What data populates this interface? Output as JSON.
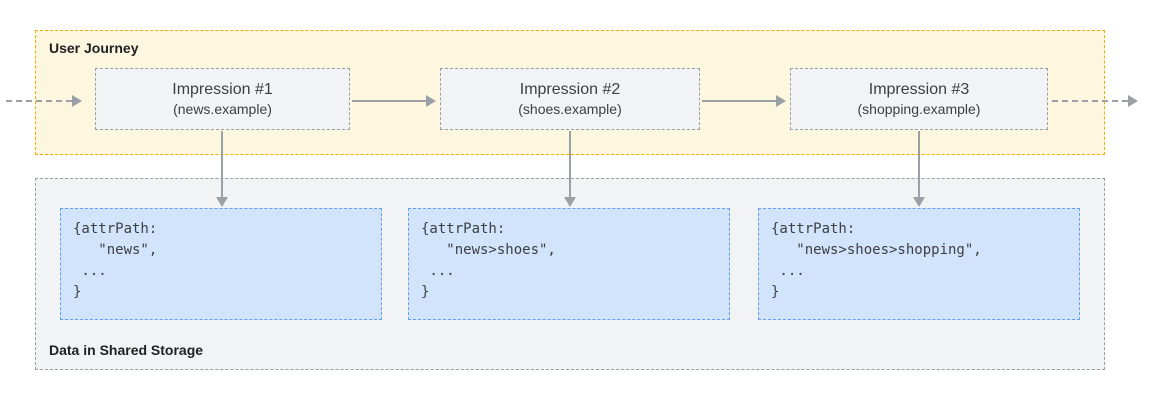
{
  "journey": {
    "label": "User Journey",
    "impressions": [
      {
        "title": "Impression #1",
        "subtitle": "(news.example)"
      },
      {
        "title": "Impression #2",
        "subtitle": "(shoes.example)"
      },
      {
        "title": "Impression #3",
        "subtitle": "(shopping.example)"
      }
    ]
  },
  "storage": {
    "label": "Data in Shared Storage",
    "entries": [
      {
        "code": "{attrPath:\n   \"news\",\n ...\n}"
      },
      {
        "code": "{attrPath:\n   \"news>shoes\",\n ...\n}"
      },
      {
        "code": "{attrPath:\n   \"news>shoes>shopping\",\n ...\n}"
      }
    ]
  },
  "colors": {
    "journey_band_bg": "#FEF7E0",
    "journey_band_border": "#F9AB00",
    "storage_band_bg": "#F1F3F4",
    "storage_band_border": "#9AA0A6",
    "impression_box_bg": "#F1F3F4",
    "impression_box_border": "#9AA0A6",
    "code_box_bg": "#D2E3FC",
    "code_box_border": "#669DF6",
    "arrow": "#9AA0A6",
    "text": "#3C4043"
  }
}
